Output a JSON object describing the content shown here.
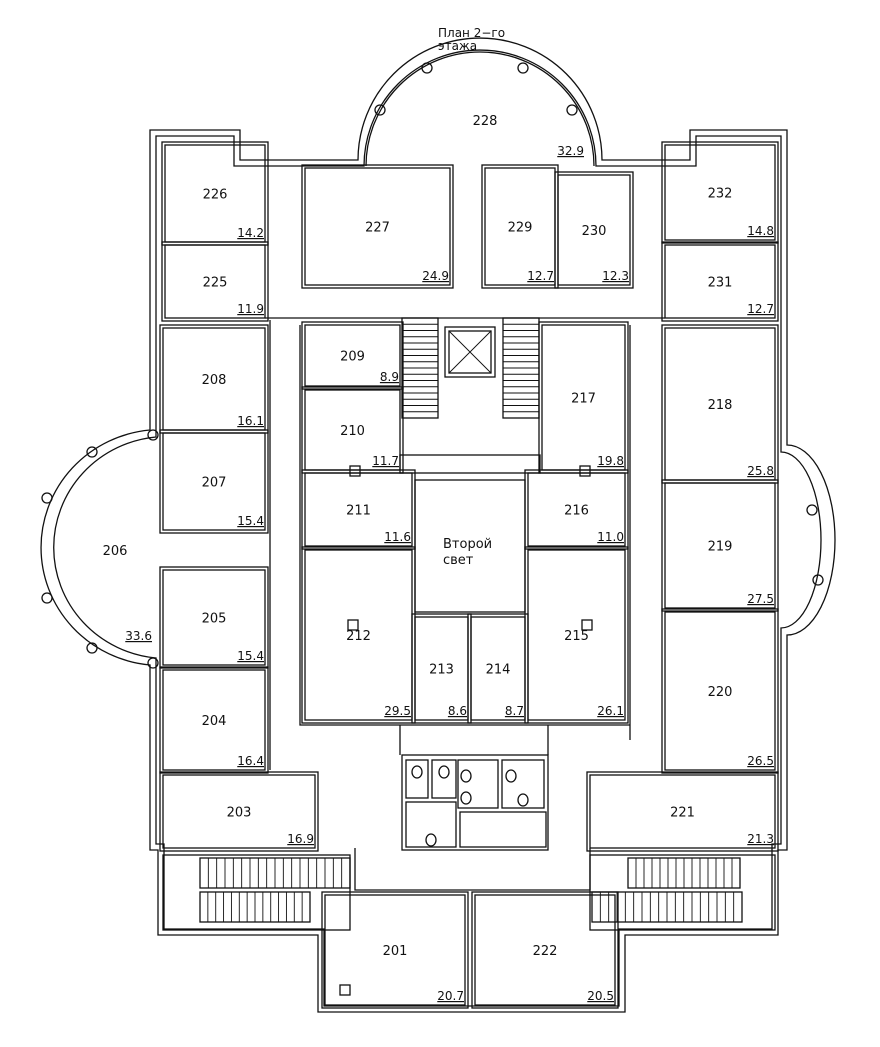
{
  "title_line1": "План 2−го",
  "title_line2": "этажа",
  "second_light_line1": "Второй",
  "second_light_line2": "свет",
  "rooms": {
    "201": {
      "number": "201",
      "area": "20.7"
    },
    "203": {
      "number": "203",
      "area": "16.9"
    },
    "204": {
      "number": "204",
      "area": "16.4"
    },
    "205": {
      "number": "205",
      "area": "15.4"
    },
    "206": {
      "number": "206",
      "area": "33.6"
    },
    "207": {
      "number": "207",
      "area": "15.4"
    },
    "208": {
      "number": "208",
      "area": "16.1"
    },
    "209": {
      "number": "209",
      "area": "8.9"
    },
    "210": {
      "number": "210",
      "area": "11.7"
    },
    "211": {
      "number": "211",
      "area": "11.6"
    },
    "212": {
      "number": "212",
      "area": "29.5"
    },
    "213": {
      "number": "213",
      "area": "8.6"
    },
    "214": {
      "number": "214",
      "area": "8.7"
    },
    "215": {
      "number": "215",
      "area": "26.1"
    },
    "216": {
      "number": "216",
      "area": "11.0"
    },
    "217": {
      "number": "217",
      "area": "19.8"
    },
    "218": {
      "number": "218",
      "area": "25.8"
    },
    "219": {
      "number": "219",
      "area": "27.5"
    },
    "220": {
      "number": "220",
      "area": "26.5"
    },
    "221": {
      "number": "221",
      "area": "21.3"
    },
    "222": {
      "number": "222",
      "area": "20.5"
    },
    "225": {
      "number": "225",
      "area": "11.9"
    },
    "226": {
      "number": "226",
      "area": "14.2"
    },
    "227": {
      "number": "227",
      "area": "24.9"
    },
    "228": {
      "number": "228",
      "area": "32.9"
    },
    "229": {
      "number": "229",
      "area": "12.7"
    },
    "230": {
      "number": "230",
      "area": "12.3"
    },
    "231": {
      "number": "231",
      "area": "12.7"
    },
    "232": {
      "number": "232",
      "area": "14.8"
    }
  }
}
